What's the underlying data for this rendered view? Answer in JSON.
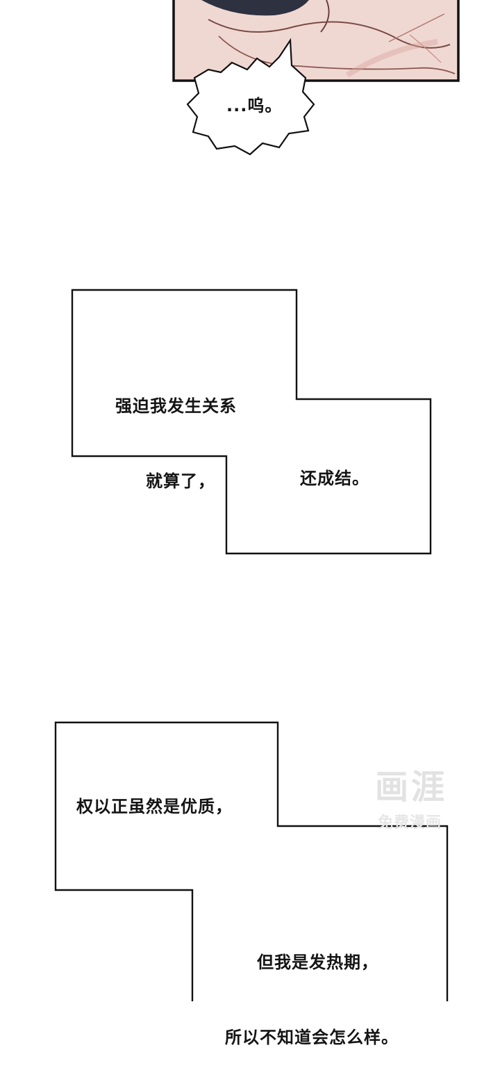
{
  "panels": {
    "top_bubble": {
      "text": "...呜。"
    },
    "box_1": {
      "line_1": "强迫我发生关系",
      "line_2": "就算了，",
      "line_3": "还成结。"
    },
    "box_2": {
      "line_1": "权以正虽然是优质，",
      "line_2": "但我是发热期，",
      "line_3": "所以不知道会怎么样。"
    }
  },
  "watermark": {
    "logo": "画涯",
    "tagline": "免费漫画"
  },
  "colors": {
    "background": "#ffffff",
    "border": "#111111",
    "skin": "#f0d8d2",
    "skin_shadow": "#d9a79f",
    "hair": "#2e3140",
    "watermark": "#e4e4e4"
  }
}
